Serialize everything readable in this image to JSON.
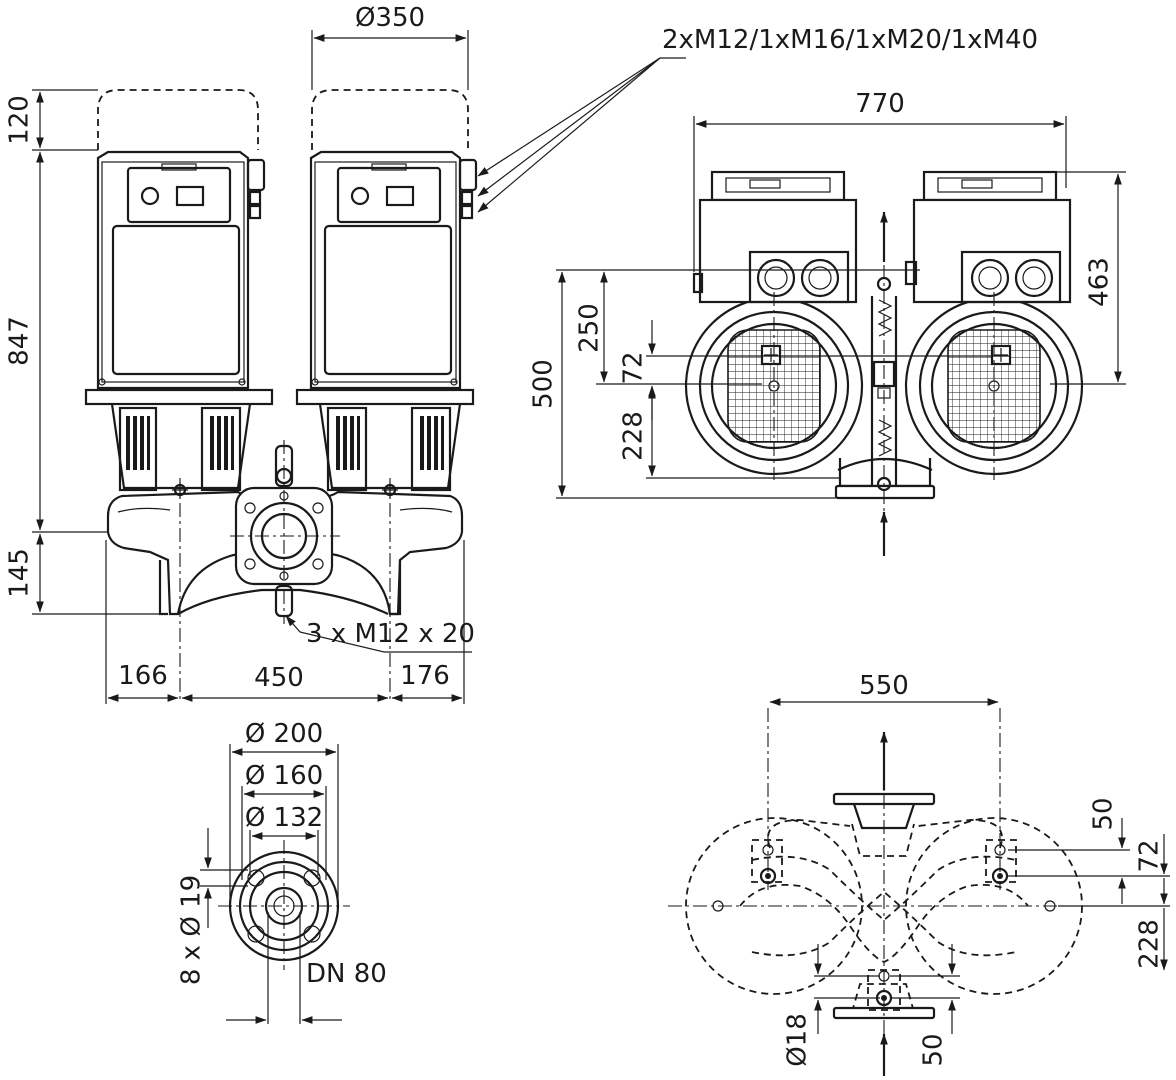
{
  "dimensions": {
    "side_motor_diameter": "Ø350",
    "side_cable_glands": "2xM12/1xM16/1xM20/1xM40",
    "side_hood": "120",
    "side_height": "847",
    "side_foot_height": "145",
    "side_mount_holes": "3 x M12 x 20",
    "side_left_offset": "166",
    "side_centre_distance": "450",
    "side_right_offset": "176",
    "front_width": "770",
    "front_module_height": "463",
    "front_total_height": "500",
    "front_upper": "250",
    "front_offset": "72",
    "front_lower": "228",
    "flange_outer": "Ø 200",
    "flange_bolt_circle": "Ø 160",
    "flange_seal": "Ø 132",
    "flange_holes": "8 x Ø 19",
    "flange_nominal": "DN 80",
    "plan_width": "550",
    "plan_top_offset": "50",
    "plan_offset": "72",
    "plan_lower": "228",
    "plan_hole": "Ø18",
    "plan_bottom_offset": "50"
  }
}
